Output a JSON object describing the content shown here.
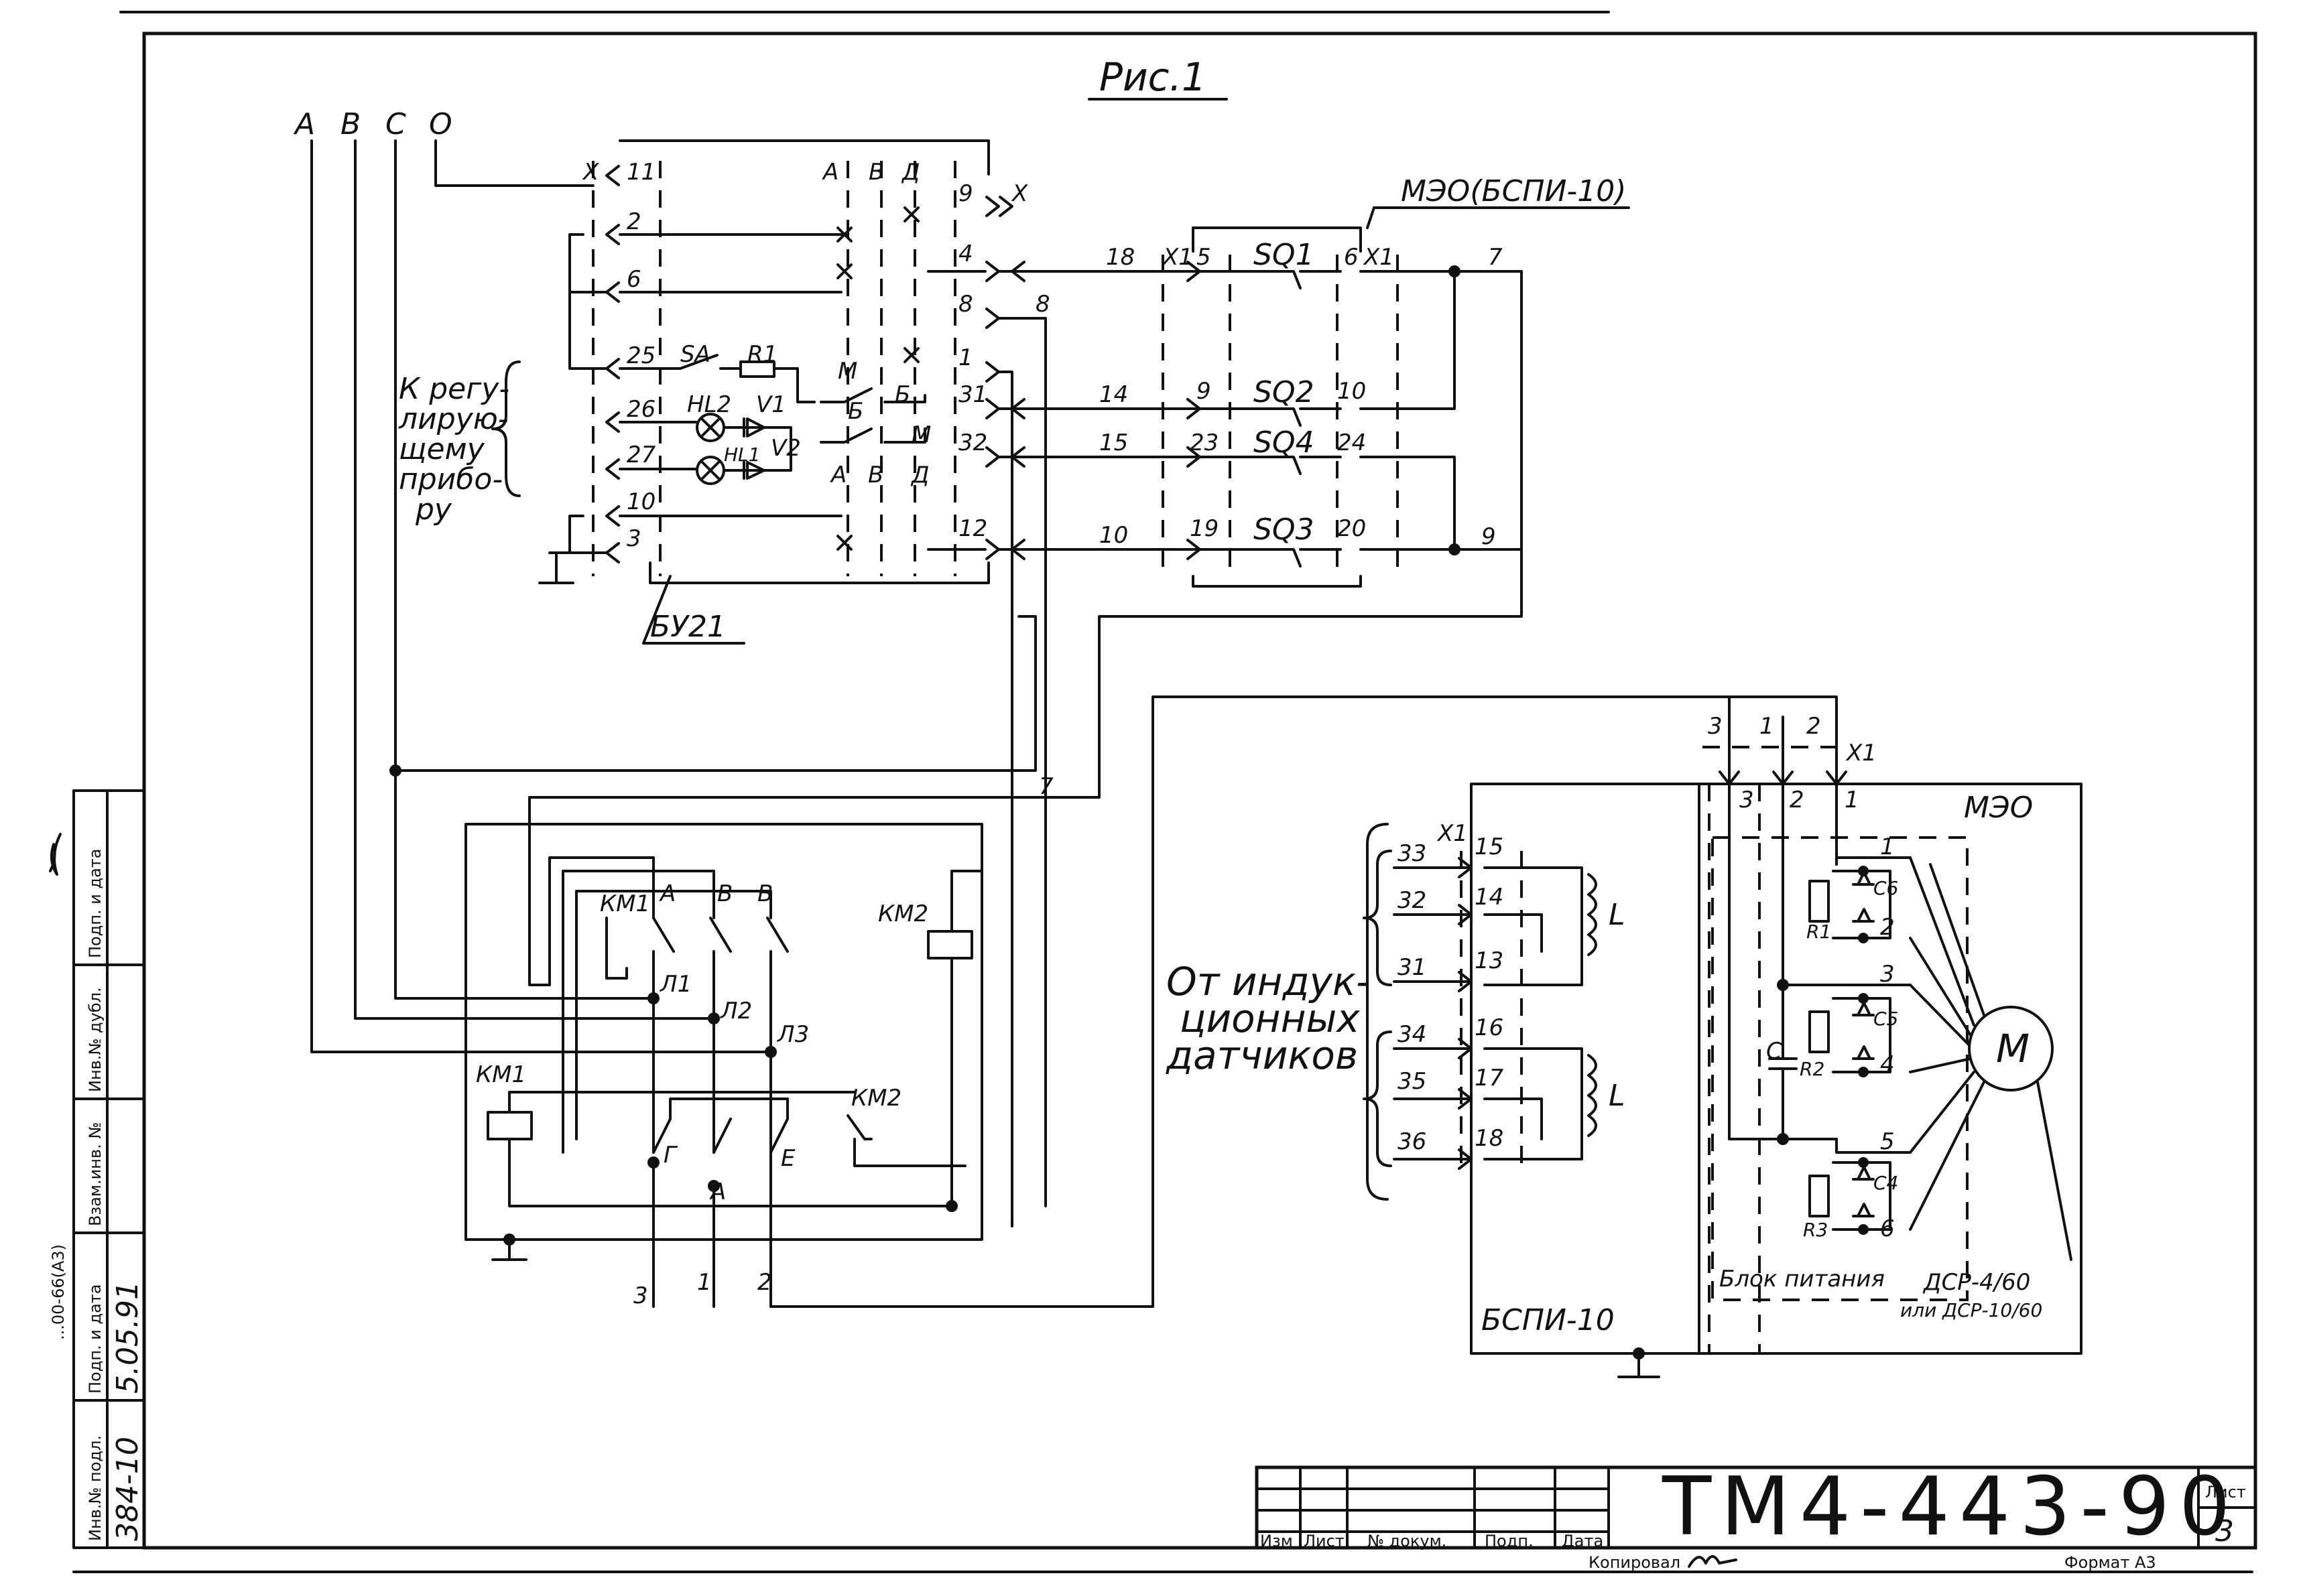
{
  "figure": {
    "title": "Рис.1",
    "phases": [
      "А",
      "В",
      "С",
      "О"
    ],
    "bu21_label": "БУ21",
    "meo_bspi_label": "МЭО(БСПИ-10)",
    "meo_label": "МЭО",
    "bspi_label": "БСПИ-10",
    "regulator_note": [
      "К регу-",
      "лирую-",
      "щему",
      "прибо-",
      "ру"
    ],
    "sensor_note": [
      "От индук-",
      "ционных",
      "датчиков"
    ],
    "power_block_label": "Блок питания",
    "motor_label": "М",
    "motor_note": [
      "ДСР-4/60",
      "или ДСР-10/60"
    ],
    "components": {
      "sq1": "SQ1",
      "sq2": "SQ2",
      "sq3": "SQ3",
      "sq4": "SQ4",
      "sa": "SA",
      "r1": "R1",
      "r2": "R2",
      "r3": "R3",
      "hl1": "HL1",
      "hl2": "HL2",
      "v1": "V1",
      "v2": "V2",
      "km1": "КМ1",
      "km2": "КМ2",
      "c": "C",
      "c4": "C4",
      "c5": "C5",
      "c6": "C6",
      "l": "L",
      "x": "X",
      "x1": "X1"
    },
    "bu21_pins": [
      "11",
      "2",
      "6",
      "25",
      "26",
      "27",
      "10",
      "3"
    ],
    "bu21_right_pins": [
      "9",
      "4",
      "8",
      "1",
      "31",
      "32",
      "12"
    ],
    "meo_pins_left": [
      "5",
      "9",
      "23",
      "19"
    ],
    "meo_pins_right": [
      "6",
      "10",
      "24",
      "20"
    ],
    "wire_numbers": [
      "18",
      "8",
      "14",
      "15",
      "10",
      "7",
      "9"
    ],
    "bspi_pins_left": [
      "33",
      "32",
      "31",
      "34",
      "35",
      "36"
    ],
    "bspi_pins_right": [
      "15",
      "14",
      "13",
      "16",
      "17",
      "18"
    ],
    "power_pins": [
      "1",
      "2",
      "3",
      "4",
      "5",
      "6"
    ],
    "supply_wires": [
      "3",
      "1",
      "2"
    ],
    "line_labels": [
      "Л1",
      "Л2",
      "Л3"
    ],
    "contact_letters": [
      "А",
      "Б",
      "В",
      "Г",
      "Д",
      "Е",
      "М"
    ]
  },
  "side_stamp": {
    "col1": "Подп. и дата",
    "col2": "Инв.№ дубл.",
    "col3": "Взам.инв. №",
    "col4": "Подп. и дата",
    "col5": "Инв.№ подл.",
    "ref_code": "...00-66(А3)",
    "inv_number": "384-10",
    "sign_date": "5.05.91"
  },
  "title_block": {
    "code": "ТМ4-443-90",
    "headers": [
      "Изм",
      "Лист",
      "№ докум.",
      "Подп.",
      "Дата"
    ],
    "sheet_label": "Лист",
    "sheet_number": "3",
    "copied_label": "Копировал",
    "format_label": "Формат А3"
  }
}
